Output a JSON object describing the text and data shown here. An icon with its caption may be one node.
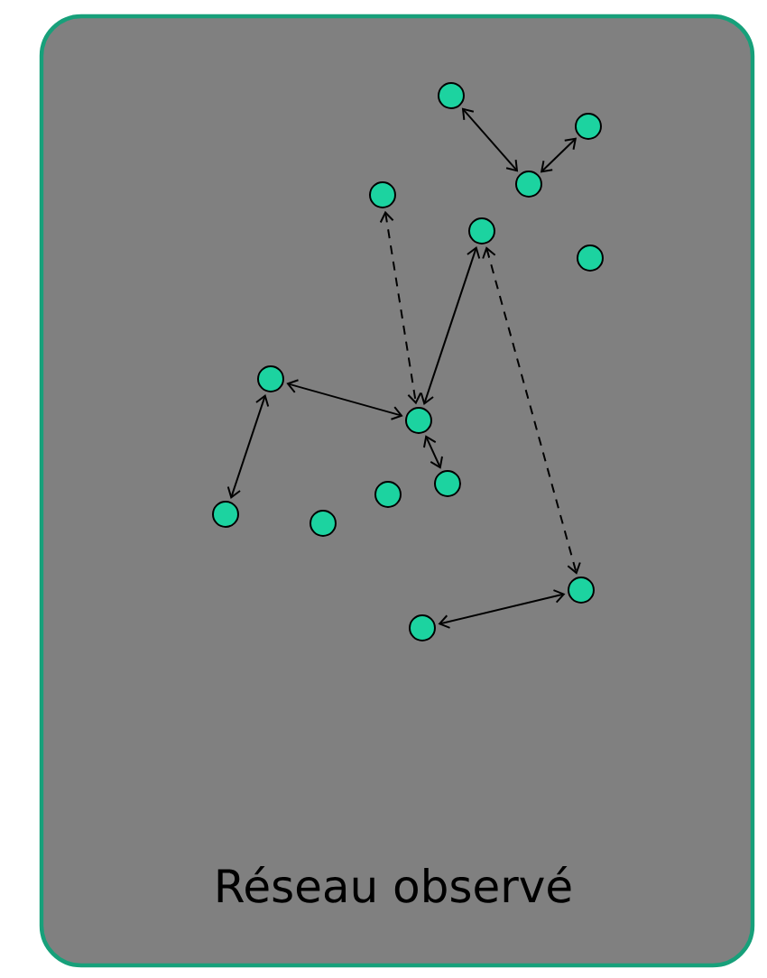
{
  "diagram": {
    "nodes": [
      {
        "text": [
          "Réseau observé"
        ]
      },
      {
        "text": [],
        "shape": "circle",
        "in": 0
      },
      {
        "text": [],
        "shape": "circle",
        "in": 0
      },
      {
        "text": [],
        "shape": "circle",
        "in": 0
      },
      {
        "text": [],
        "shape": "circle",
        "in": 0
      },
      {
        "text": [],
        "shape": "circle",
        "in": 0
      },
      {
        "text": [],
        "shape": "circle",
        "in": 0
      },
      {
        "text": [],
        "shape": "circle",
        "in": 0
      },
      {
        "text": [],
        "shape": "circle",
        "in": 0
      },
      {
        "text": [],
        "shape": "circle",
        "in": 0
      },
      {
        "text": [],
        "shape": "circle",
        "in": 0
      },
      {
        "text": [],
        "shape": "circle",
        "in": 0
      },
      {
        "text": [],
        "shape": "circle",
        "in": 0
      },
      {
        "text": [],
        "shape": "circle",
        "in": 0
      },
      {
        "text": [],
        "shape": "circle",
        "in": 0
      }
    ],
    "edges": [
      {
        "from": 1,
        "to": 3,
        "arrow": "both"
      },
      {
        "from": 3,
        "to": 2,
        "arrow": "both"
      },
      {
        "from": 4,
        "to": 8,
        "arrow": "both",
        "style": "dashed"
      },
      {
        "from": 5,
        "to": 8,
        "arrow": "both"
      },
      {
        "from": 5,
        "to": 13,
        "arrow": "both",
        "style": "dashed"
      },
      {
        "from": 7,
        "to": 8,
        "arrow": "both"
      },
      {
        "from": 7,
        "to": 11,
        "arrow": "both"
      },
      {
        "from": 8,
        "to": 9,
        "arrow": "both"
      },
      {
        "from": 14,
        "to": 13,
        "arrow": "both"
      }
    ]
  }
}
